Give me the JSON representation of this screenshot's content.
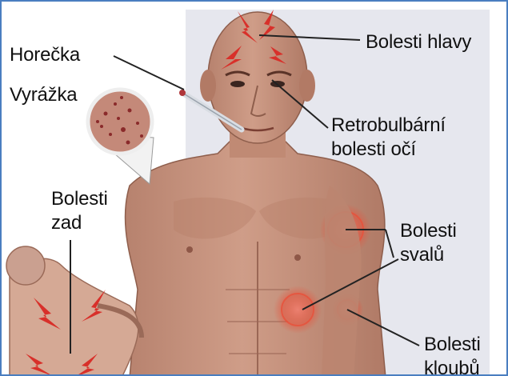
{
  "labels": {
    "fever": "Horečka",
    "rash": "Vyrážka",
    "headache": "Bolesti hlavy",
    "eye_pain": [
      "Retrobulbární",
      "bolesti očí"
    ],
    "back_pain": [
      "Bolesti",
      "zad"
    ],
    "muscle_pain": [
      "Bolesti",
      "svalů"
    ],
    "joint_pain": [
      "Bolesti",
      "kloubů"
    ]
  },
  "colors": {
    "frame": "#4a7ec0",
    "skin": "#c99580",
    "skin_shadow": "#a87260",
    "pain_mark": "#d8302a",
    "inflammation": "#e8503a",
    "rash_dot": "#8a2a2a",
    "leader_line": "#222222"
  },
  "icons": [
    "lightning-pain-icon",
    "thermometer-icon",
    "rash-magnifier-icon",
    "inflammation-ring-icon"
  ]
}
